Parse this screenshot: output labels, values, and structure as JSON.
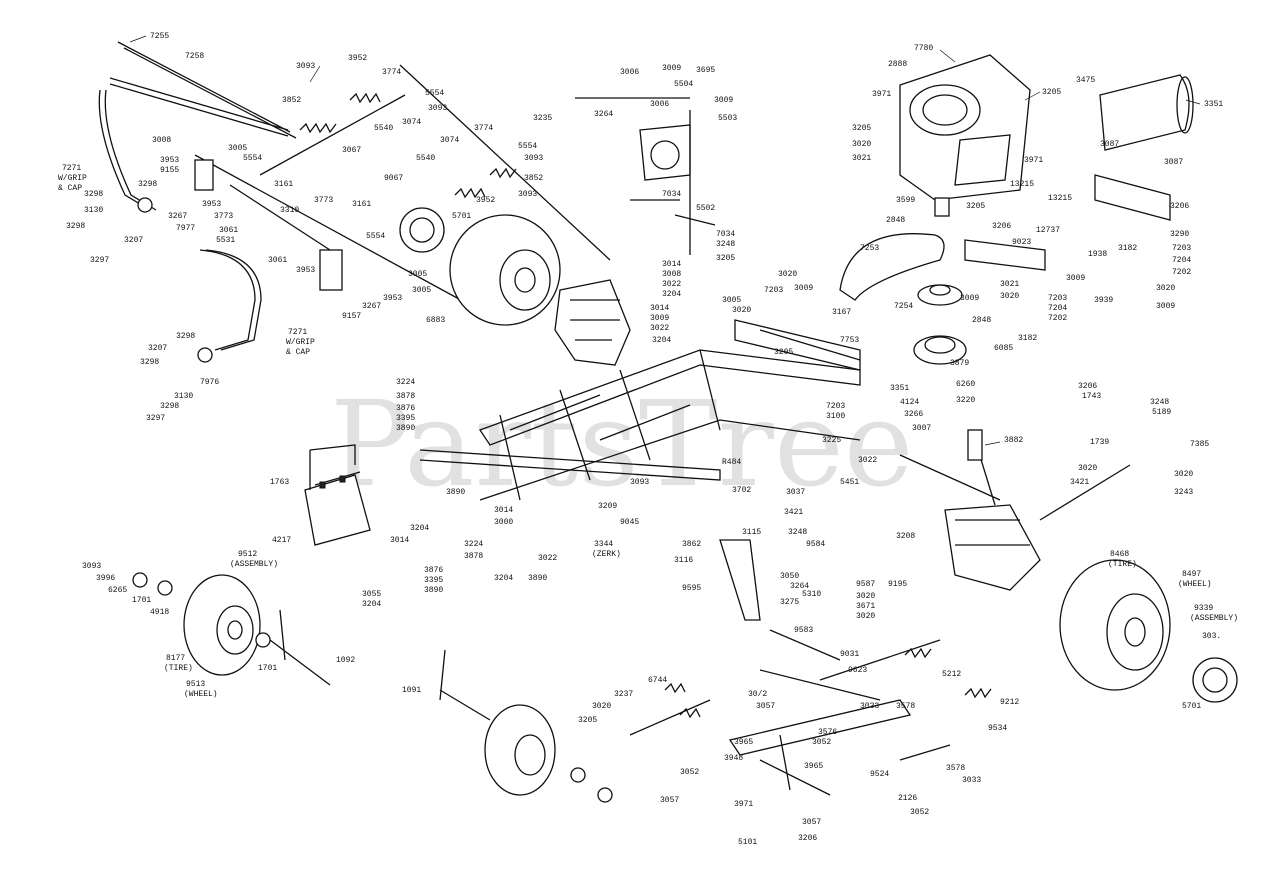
{
  "watermark": "PartsTree",
  "callouts": [
    {
      "id": "7255",
      "text": "7255"
    },
    {
      "id": "7258",
      "text": "7258"
    },
    {
      "id": "3093a",
      "text": "3093"
    },
    {
      "id": "3952a",
      "text": "3952"
    },
    {
      "id": "3774a",
      "text": "3774"
    },
    {
      "id": "5554a",
      "text": "5554"
    },
    {
      "id": "3093b",
      "text": "3093"
    },
    {
      "id": "3852b",
      "text": "3852"
    },
    {
      "id": "5540a",
      "text": "5540"
    },
    {
      "id": "3074a",
      "text": "3074"
    },
    {
      "id": "3067a",
      "text": "3067"
    },
    {
      "id": "3008",
      "text": "3008"
    },
    {
      "id": "3005a",
      "text": "3005"
    },
    {
      "id": "5554b",
      "text": "5554"
    },
    {
      "id": "3953a",
      "text": "3953"
    },
    {
      "id": "9155",
      "text": "9155"
    },
    {
      "id": "3161a",
      "text": "3161"
    },
    {
      "id": "7271a",
      "text": "7271"
    },
    {
      "id": "wgrip1",
      "text": "W/GRIP"
    },
    {
      "id": "cap1",
      "text": "& CAP"
    },
    {
      "id": "3298a",
      "text": "3298"
    },
    {
      "id": "3298b",
      "text": "3298"
    },
    {
      "id": "3130a",
      "text": "3130"
    },
    {
      "id": "3298c",
      "text": "3298"
    },
    {
      "id": "3207a",
      "text": "3207"
    },
    {
      "id": "3267a",
      "text": "3267"
    },
    {
      "id": "7977",
      "text": "7977"
    },
    {
      "id": "3953b",
      "text": "3953"
    },
    {
      "id": "3773a",
      "text": "3773"
    },
    {
      "id": "3061a",
      "text": "3061"
    },
    {
      "id": "5531",
      "text": "5531"
    },
    {
      "id": "3310",
      "text": "3310"
    },
    {
      "id": "3773b",
      "text": "3773"
    },
    {
      "id": "3161b",
      "text": "3161"
    },
    {
      "id": "5554c",
      "text": "5554"
    },
    {
      "id": "3061b",
      "text": "3061"
    },
    {
      "id": "3953c",
      "text": "3953"
    },
    {
      "id": "3297a",
      "text": "3297"
    },
    {
      "id": "3074b",
      "text": "3074"
    },
    {
      "id": "3774b",
      "text": "3774"
    },
    {
      "id": "5554d",
      "text": "5554"
    },
    {
      "id": "5540b",
      "text": "5540"
    },
    {
      "id": "3093c",
      "text": "3093"
    },
    {
      "id": "9067",
      "text": "9067"
    },
    {
      "id": "3852c",
      "text": "3852"
    },
    {
      "id": "3093d",
      "text": "3093"
    },
    {
      "id": "3952b",
      "text": "3952"
    },
    {
      "id": "5701a",
      "text": "5701"
    },
    {
      "id": "3005b",
      "text": "3005"
    },
    {
      "id": "3005c",
      "text": "3005"
    },
    {
      "id": "3953d",
      "text": "3953"
    },
    {
      "id": "3267b",
      "text": "3267"
    },
    {
      "id": "9157",
      "text": "9157"
    },
    {
      "id": "6883",
      "text": "6883"
    },
    {
      "id": "7271b",
      "text": "7271"
    },
    {
      "id": "wgrip2",
      "text": "W/GRIP"
    },
    {
      "id": "cap2",
      "text": "& CAP"
    },
    {
      "id": "3298d",
      "text": "3298"
    },
    {
      "id": "3207b",
      "text": "3207"
    },
    {
      "id": "3298e",
      "text": "3298"
    },
    {
      "id": "7976",
      "text": "7976"
    },
    {
      "id": "3130b",
      "text": "3130"
    },
    {
      "id": "3298f",
      "text": "3298"
    },
    {
      "id": "3297b",
      "text": "3297"
    },
    {
      "id": "3006a",
      "text": "3006"
    },
    {
      "id": "3009a",
      "text": "3009"
    },
    {
      "id": "3695",
      "text": "3695"
    },
    {
      "id": "5504",
      "text": "5504"
    },
    {
      "id": "3235",
      "text": "3235"
    },
    {
      "id": "3264",
      "text": "3264"
    },
    {
      "id": "3006b",
      "text": "3006"
    },
    {
      "id": "3009b",
      "text": "3009"
    },
    {
      "id": "5503",
      "text": "5503"
    },
    {
      "id": "7034a",
      "text": "7034"
    },
    {
      "id": "5502",
      "text": "5502"
    },
    {
      "id": "7034b",
      "text": "7034"
    },
    {
      "id": "3248a",
      "text": "3248"
    },
    {
      "id": "3205a",
      "text": "3205"
    },
    {
      "id": "3014a",
      "text": "3014"
    },
    {
      "id": "3008b",
      "text": "3008"
    },
    {
      "id": "3022a",
      "text": "3022"
    },
    {
      "id": "3204a",
      "text": "3204"
    },
    {
      "id": "3014b",
      "text": "3014"
    },
    {
      "id": "3009c",
      "text": "3009"
    },
    {
      "id": "3022b",
      "text": "3022"
    },
    {
      "id": "3204b",
      "text": "3204"
    },
    {
      "id": "3005d",
      "text": "3005"
    },
    {
      "id": "3020a",
      "text": "3020"
    },
    {
      "id": "7203a",
      "text": "7203"
    },
    {
      "id": "3020b",
      "text": "3020"
    },
    {
      "id": "3009d",
      "text": "3009"
    },
    {
      "id": "3167",
      "text": "3167"
    },
    {
      "id": "7753",
      "text": "7753"
    },
    {
      "id": "3205b",
      "text": "3205"
    },
    {
      "id": "7780",
      "text": "7780"
    },
    {
      "id": "2888",
      "text": "2888"
    },
    {
      "id": "3971a",
      "text": "3971"
    },
    {
      "id": "3205c",
      "text": "3205"
    },
    {
      "id": "3205d",
      "text": "3205"
    },
    {
      "id": "3020c",
      "text": "3020"
    },
    {
      "id": "3021a",
      "text": "3021"
    },
    {
      "id": "3971b",
      "text": "3971"
    },
    {
      "id": "13215a",
      "text": "13215"
    },
    {
      "id": "13215b",
      "text": "13215"
    },
    {
      "id": "3599",
      "text": "3599"
    },
    {
      "id": "3205e",
      "text": "3205"
    },
    {
      "id": "12737",
      "text": "12737"
    },
    {
      "id": "2848a",
      "text": "2848"
    },
    {
      "id": "3206a",
      "text": "3206"
    },
    {
      "id": "9023",
      "text": "9023"
    },
    {
      "id": "7253",
      "text": "7253"
    },
    {
      "id": "3021b",
      "text": "3021"
    },
    {
      "id": "3009e",
      "text": "3009"
    },
    {
      "id": "3020d",
      "text": "3020"
    },
    {
      "id": "7203b",
      "text": "7203"
    },
    {
      "id": "7204a",
      "text": "7204"
    },
    {
      "id": "7202a",
      "text": "7202"
    },
    {
      "id": "7254",
      "text": "7254"
    },
    {
      "id": "2848b",
      "text": "2848"
    },
    {
      "id": "3182a",
      "text": "3182"
    },
    {
      "id": "6085",
      "text": "6085"
    },
    {
      "id": "3879",
      "text": "3879"
    },
    {
      "id": "6260",
      "text": "6260"
    },
    {
      "id": "3220",
      "text": "3220"
    },
    {
      "id": "3475",
      "text": "3475"
    },
    {
      "id": "3351a",
      "text": "3351"
    },
    {
      "id": "3087a",
      "text": "3087"
    },
    {
      "id": "3087b",
      "text": "3087"
    },
    {
      "id": "3206b",
      "text": "3206"
    },
    {
      "id": "3290",
      "text": "3290"
    },
    {
      "id": "1938",
      "text": "1938"
    },
    {
      "id": "3182b",
      "text": "3182"
    },
    {
      "id": "7203c",
      "text": "7203"
    },
    {
      "id": "7204b",
      "text": "7204"
    },
    {
      "id": "7202b",
      "text": "7202"
    },
    {
      "id": "3009f",
      "text": "3009"
    },
    {
      "id": "3939",
      "text": "3939"
    },
    {
      "id": "3020e",
      "text": "3020"
    },
    {
      "id": "3009g",
      "text": "3009"
    },
    {
      "id": "3224a",
      "text": "3224"
    },
    {
      "id": "3878a",
      "text": "3878"
    },
    {
      "id": "3876a",
      "text": "3876"
    },
    {
      "id": "3395a",
      "text": "3395"
    },
    {
      "id": "3890a",
      "text": "3890"
    },
    {
      "id": "3890b",
      "text": "3890"
    },
    {
      "id": "1763",
      "text": "1763"
    },
    {
      "id": "4217",
      "text": "4217"
    },
    {
      "id": "3204c",
      "text": "3204"
    },
    {
      "id": "3014c",
      "text": "3014"
    },
    {
      "id": "3055",
      "text": "3055"
    },
    {
      "id": "3204d",
      "text": "3204"
    },
    {
      "id": "3014d",
      "text": "3014"
    },
    {
      "id": "3000",
      "text": "3000"
    },
    {
      "id": "3209",
      "text": "3209"
    },
    {
      "id": "9045",
      "text": "9045"
    },
    {
      "id": "3093e",
      "text": "3093"
    },
    {
      "id": "3224b",
      "text": "3224"
    },
    {
      "id": "3878b",
      "text": "3878"
    },
    {
      "id": "3876b",
      "text": "3876"
    },
    {
      "id": "3395b",
      "text": "3395"
    },
    {
      "id": "3890c",
      "text": "3890"
    },
    {
      "id": "3022c",
      "text": "3022"
    },
    {
      "id": "3204e",
      "text": "3204"
    },
    {
      "id": "3344",
      "text": "3344"
    },
    {
      "id": "zerk",
      "text": "(ZERK)"
    },
    {
      "id": "3890d",
      "text": "3890"
    },
    {
      "id": "3351b",
      "text": "3351"
    },
    {
      "id": "4124",
      "text": "4124"
    },
    {
      "id": "3266",
      "text": "3266"
    },
    {
      "id": "3007",
      "text": "3007"
    },
    {
      "id": "7203d",
      "text": "7203"
    },
    {
      "id": "3100",
      "text": "3100"
    },
    {
      "id": "3225",
      "text": "3225"
    },
    {
      "id": "3022d",
      "text": "3022"
    },
    {
      "id": "r484",
      "text": "R484"
    },
    {
      "id": "3702",
      "text": "3702"
    },
    {
      "id": "3037",
      "text": "3037"
    },
    {
      "id": "3421a",
      "text": "3421"
    },
    {
      "id": "5451",
      "text": "5451"
    },
    {
      "id": "3882",
      "text": "3882"
    },
    {
      "id": "3206c",
      "text": "3206"
    },
    {
      "id": "1743",
      "text": "1743"
    },
    {
      "id": "3248b",
      "text": "3248"
    },
    {
      "id": "5189",
      "text": "5189"
    },
    {
      "id": "7385",
      "text": "7385"
    },
    {
      "id": "1739",
      "text": "1739"
    },
    {
      "id": "3020f",
      "text": "3020"
    },
    {
      "id": "3020g",
      "text": "3020"
    },
    {
      "id": "3421b",
      "text": "3421"
    },
    {
      "id": "3243",
      "text": "3243"
    },
    {
      "id": "3208",
      "text": "3208"
    },
    {
      "id": "9195",
      "text": "9195"
    },
    {
      "id": "3093f",
      "text": "3093"
    },
    {
      "id": "3996",
      "text": "3996"
    },
    {
      "id": "6265",
      "text": "6265"
    },
    {
      "id": "1701a",
      "text": "1701"
    },
    {
      "id": "4918",
      "text": "4918"
    },
    {
      "id": "9512",
      "text": "9512"
    },
    {
      "id": "assembly1",
      "text": "(ASSEMBLY)"
    },
    {
      "id": "8177",
      "text": "8177"
    },
    {
      "id": "tire1",
      "text": "(TIRE)"
    },
    {
      "id": "9513",
      "text": "9513"
    },
    {
      "id": "wheel1",
      "text": "(WHEEL)"
    },
    {
      "id": "1701b",
      "text": "1701"
    },
    {
      "id": "1092",
      "text": "1092"
    },
    {
      "id": "1091",
      "text": "1091"
    },
    {
      "id": "3862",
      "text": "3862"
    },
    {
      "id": "3115",
      "text": "3115"
    },
    {
      "id": "3248c",
      "text": "3248"
    },
    {
      "id": "3116",
      "text": "3116"
    },
    {
      "id": "9584",
      "text": "9584"
    },
    {
      "id": "9595",
      "text": "9595"
    },
    {
      "id": "3050",
      "text": "3050"
    },
    {
      "id": "3264b",
      "text": "3264"
    },
    {
      "id": "9587",
      "text": "9587"
    },
    {
      "id": "5310",
      "text": "5310"
    },
    {
      "id": "3275",
      "text": "3275"
    },
    {
      "id": "3020h",
      "text": "3020"
    },
    {
      "id": "3671",
      "text": "3671"
    },
    {
      "id": "3020i",
      "text": "3020"
    },
    {
      "id": "9583",
      "text": "9583"
    },
    {
      "id": "9031",
      "text": "9031"
    },
    {
      "id": "6744",
      "text": "6744"
    },
    {
      "id": "9623",
      "text": "9623"
    },
    {
      "id": "5212a",
      "text": "5212"
    },
    {
      "id": "3237",
      "text": "3237"
    },
    {
      "id": "3020j",
      "text": "3020"
    },
    {
      "id": "3072",
      "text": "30/2"
    },
    {
      "id": "3205f",
      "text": "3205"
    },
    {
      "id": "3057a",
      "text": "3057"
    },
    {
      "id": "3965a",
      "text": "3965"
    },
    {
      "id": "3578a",
      "text": "3578"
    },
    {
      "id": "3033a",
      "text": "3033"
    },
    {
      "id": "3576",
      "text": "3576"
    },
    {
      "id": "3052a",
      "text": "3052"
    },
    {
      "id": "9212",
      "text": "9212"
    },
    {
      "id": "9534",
      "text": "9534"
    },
    {
      "id": "3948",
      "text": "3948"
    },
    {
      "id": "3965b",
      "text": "3965"
    },
    {
      "id": "3052b",
      "text": "3052"
    },
    {
      "id": "9524",
      "text": "9524"
    },
    {
      "id": "3578b",
      "text": "3578"
    },
    {
      "id": "3033b",
      "text": "3033"
    },
    {
      "id": "3057b",
      "text": "3057"
    },
    {
      "id": "3971c",
      "text": "3971"
    },
    {
      "id": "2126",
      "text": "2126"
    },
    {
      "id": "3052c",
      "text": "3052"
    },
    {
      "id": "3057c",
      "text": "3057"
    },
    {
      "id": "5101",
      "text": "5101"
    },
    {
      "id": "3206d",
      "text": "3206"
    },
    {
      "id": "8468",
      "text": "8468"
    },
    {
      "id": "tire2",
      "text": "(TIRE)"
    },
    {
      "id": "8497",
      "text": "8497"
    },
    {
      "id": "wheel2",
      "text": "(WHEEL)"
    },
    {
      "id": "9339",
      "text": "9339"
    },
    {
      "id": "assembly2",
      "text": "(ASSEMBLY)"
    },
    {
      "id": "3036",
      "text": "303."
    },
    {
      "id": "5701b",
      "text": "5701"
    }
  ]
}
